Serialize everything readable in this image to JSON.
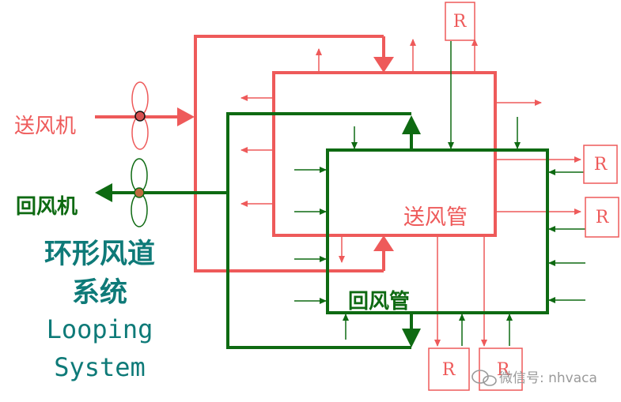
{
  "colors": {
    "supply": "#ee5a5a",
    "return": "#0e6a12",
    "title": "#0e7a78",
    "watermark": "#9a9a9a"
  },
  "labels": {
    "supply_fan": "送风机",
    "return_fan": "回风机",
    "supply_duct": "送风管",
    "return_duct": "回风管",
    "title_cn_line1": "环形风道",
    "title_cn_line2": "系统",
    "title_en_line1": "Looping",
    "title_en_line2": "System",
    "room_label": "R",
    "watermark": "微信号: nhvaca"
  },
  "icons": {
    "supply_fan": "propeller-fan-icon",
    "return_fan": "propeller-fan-icon",
    "watermark": "wechat-icon"
  }
}
